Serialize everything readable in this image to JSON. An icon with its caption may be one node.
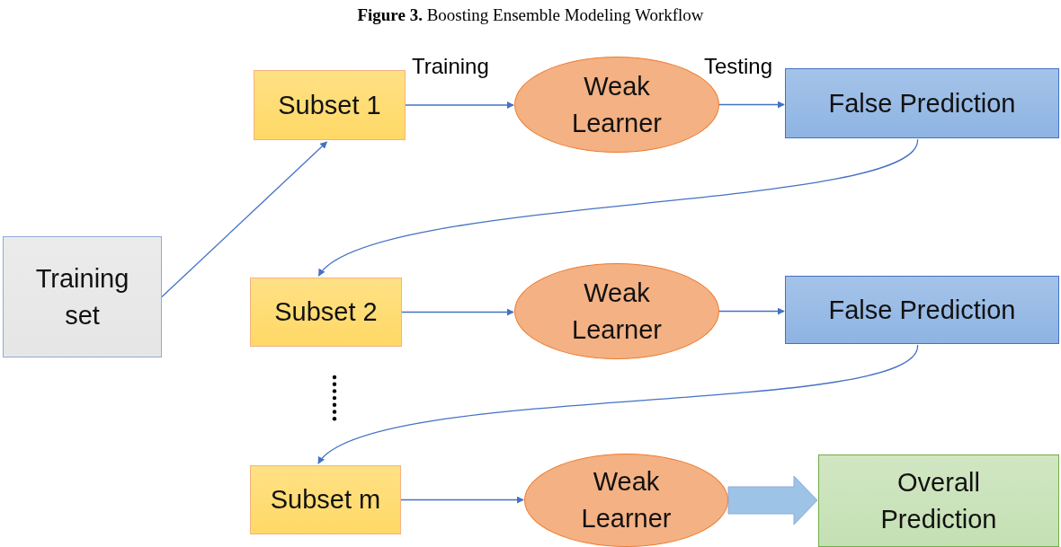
{
  "diagram": {
    "title": "**Figure 3.** Boosting Ensemble Modeling Workflow",
    "nodes": [
      {
        "text": [
          "Training set"
        ]
      },
      {
        "text": [
          "Subset 1"
        ]
      },
      {
        "text": [
          "Weak Learner"
        ]
      },
      {
        "text": [
          "False Prediction"
        ]
      },
      {
        "text": [
          "Subset 2"
        ]
      },
      {
        "text": [
          "Weak Learner"
        ]
      },
      {
        "text": [
          "False Prediction"
        ]
      },
      {
        "text": [
          "Subset m"
        ]
      },
      {
        "text": [
          "Weak Learner"
        ]
      },
      {
        "text": [
          "Overall Prediction"
        ]
      }
    ],
    "edges": [
      {
        "from": 0,
        "to": 1,
        "arrow": "to"
      },
      {
        "from": 1,
        "to": 2,
        "arrow": "to",
        "label": "Training"
      },
      {
        "from": 2,
        "to": 3,
        "arrow": "to",
        "label": "Testing"
      },
      {
        "from": 3,
        "to": 4,
        "arrow": "to"
      },
      {
        "from": 4,
        "to": 5,
        "arrow": "to"
      },
      {
        "from": 5,
        "to": 6,
        "arrow": "to"
      },
      {
        "from": 6,
        "to": 7,
        "arrow": "to"
      },
      {
        "from": 7,
        "to": 8,
        "arrow": "to"
      },
      {
        "from": 8,
        "to": 9,
        "arrow": "to",
        "style": "thick",
        "color": "#9dc3e6"
      }
    ]
  }
}
